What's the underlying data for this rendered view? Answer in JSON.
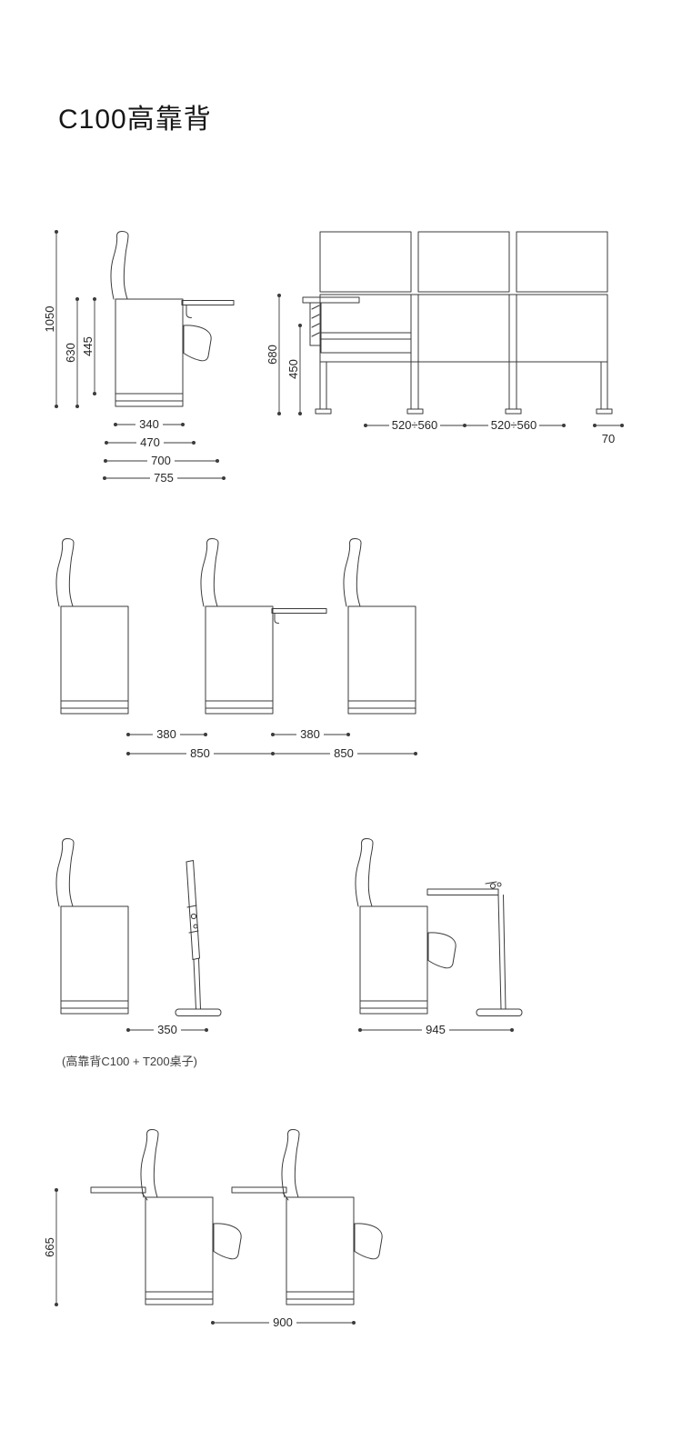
{
  "title": "C100高靠背",
  "caption": "(高靠背C100 + T200桌子)",
  "dims": {
    "h1050": "1050",
    "h630": "630",
    "h445": "445",
    "w340": "340",
    "w470": "470",
    "w700": "700",
    "w755": "755",
    "h680": "680",
    "h450": "450",
    "pitch_a": "520÷560",
    "pitch_b": "520÷560",
    "w70": "70",
    "gap_a": "380",
    "gap_b": "380",
    "pitch850_a": "850",
    "pitch850_b": "850",
    "w350": "350",
    "w945": "945",
    "h665": "665",
    "w900": "900"
  }
}
